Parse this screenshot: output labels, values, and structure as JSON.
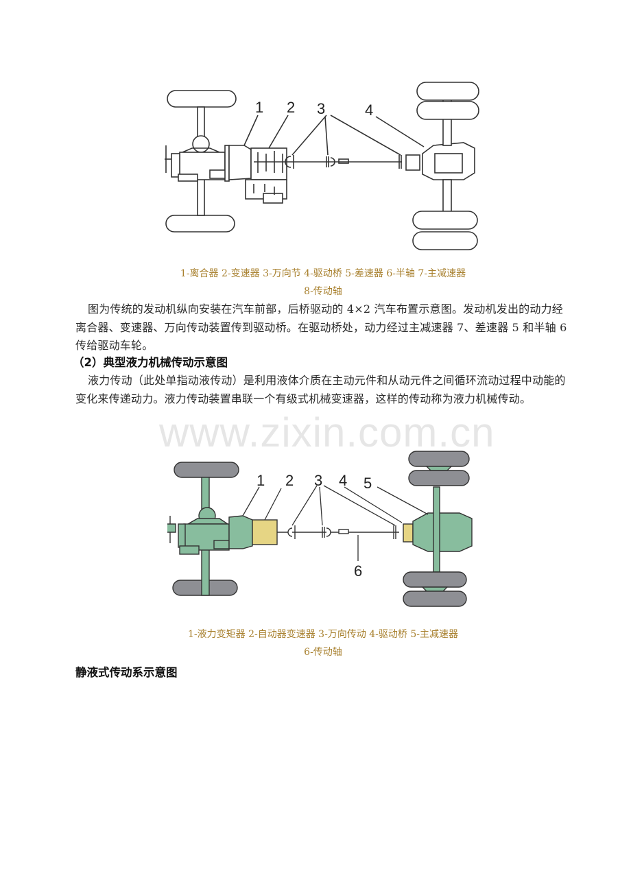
{
  "figure1": {
    "labels": [
      "1",
      "2",
      "3",
      "4"
    ],
    "caption_line1": "1-离合器 2-变速器 3-万向节 4-驱动桥 5-差速器 6-半轴 7-主减速器",
    "caption_line2": "8-传动轴"
  },
  "paragraph1": "图为传统的发动机纵向安装在汽车前部，后桥驱动的 4×2 汽车布置示意图。发动机发出的动力经离合器、变速器、万向传动装置传到驱动桥。在驱动桥处，动力经过主减速器 7、差速器 5 和半轴 6 传给驱动车轮。",
  "section2": {
    "heading": "（2）典型液力机械传动示意图",
    "paragraph": "液力传动（此处单指动液传动）是利用液体介质在主动元件和从动元件之间循环流动过程中动能的变化来传递动力。液力传动装置串联一个有级式机械变速器，这样的传动称为液力机械传动。"
  },
  "watermark": "www.zixin.com.cn",
  "figure2": {
    "labels": [
      "1",
      "2",
      "3",
      "4",
      "5",
      "6"
    ],
    "caption_line1": "1-液力变矩器 2-自动器变速器 3-万向传动 4-驱动桥 5-主减速器",
    "caption_line2": "6-传动轴",
    "colors": {
      "body_green": "#88bd9e",
      "gearbox_yellow": "#e6d584",
      "tire_gray": "#8e8f94"
    }
  },
  "section3": {
    "heading": "静液式传动系示意图"
  }
}
